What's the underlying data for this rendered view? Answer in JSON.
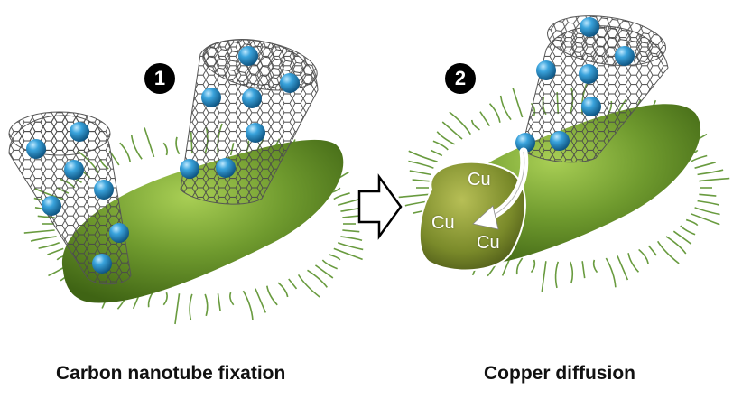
{
  "steps": [
    {
      "number": "1",
      "caption": "Carbon nanotube fixation"
    },
    {
      "number": "2",
      "caption": "Copper diffusion"
    }
  ],
  "copper_labels": [
    "Cu",
    "Cu",
    "Cu"
  ],
  "colors": {
    "bacterium_body": "#6f9a2e",
    "bacterium_shadow": "#4a6e1a",
    "pili": "#4f8a1e",
    "nanotube_lattice": "#4a4a4a",
    "copper_sphere": "#2a8fc8",
    "vesicle": "#7a8a2a"
  },
  "icons": [
    "arrow-right-icon",
    "curved-arrow-icon"
  ]
}
